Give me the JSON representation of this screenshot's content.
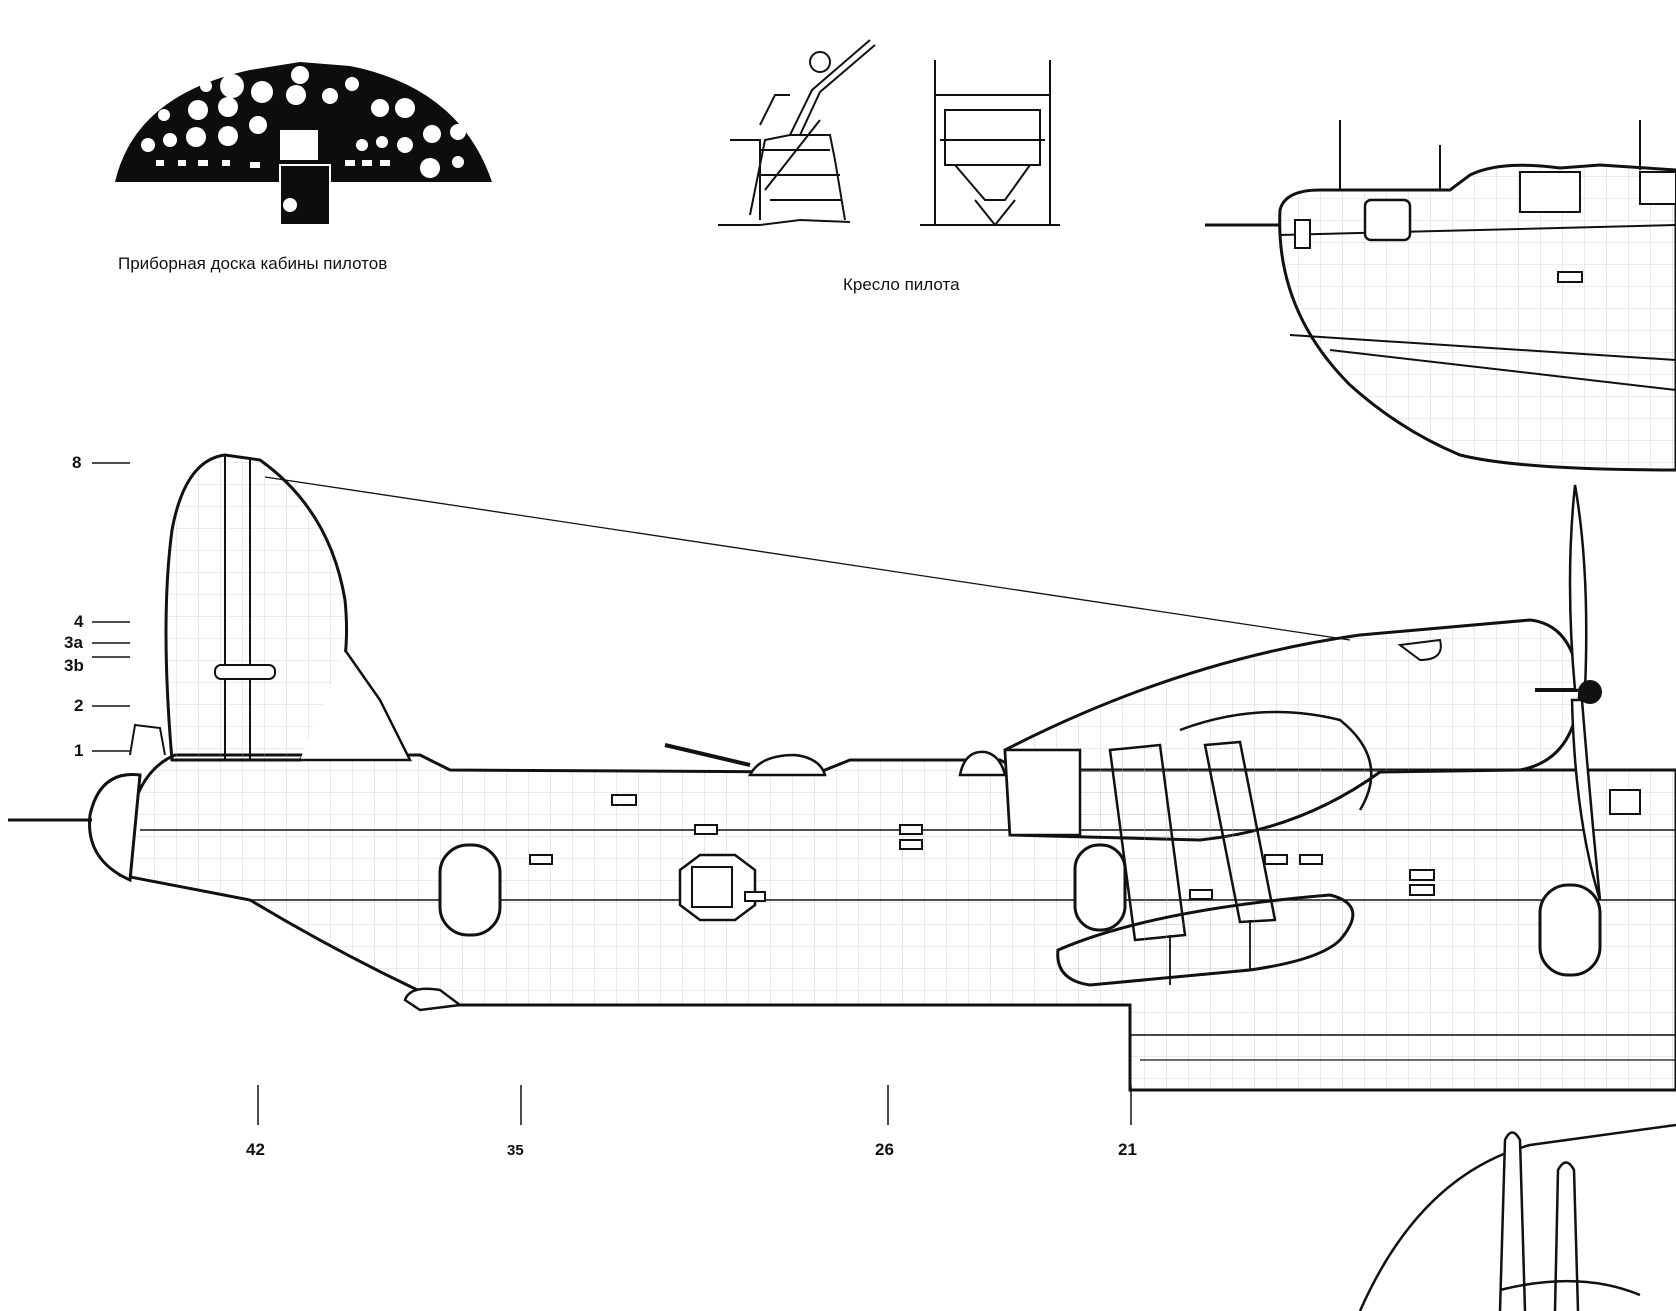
{
  "captions": {
    "instrument_panel": "Приборная доска кабины пилотов",
    "pilot_seat": "Кресло пилота"
  },
  "station_labels": [
    "8",
    "4",
    "3a",
    "3b",
    "2",
    "1"
  ],
  "frame_labels": [
    "42",
    "35",
    "26",
    "21"
  ],
  "colors": {
    "ink": "#111111",
    "panel": "#0d0d0d",
    "paper": "#ffffff",
    "grid": "#9a9a9a"
  }
}
